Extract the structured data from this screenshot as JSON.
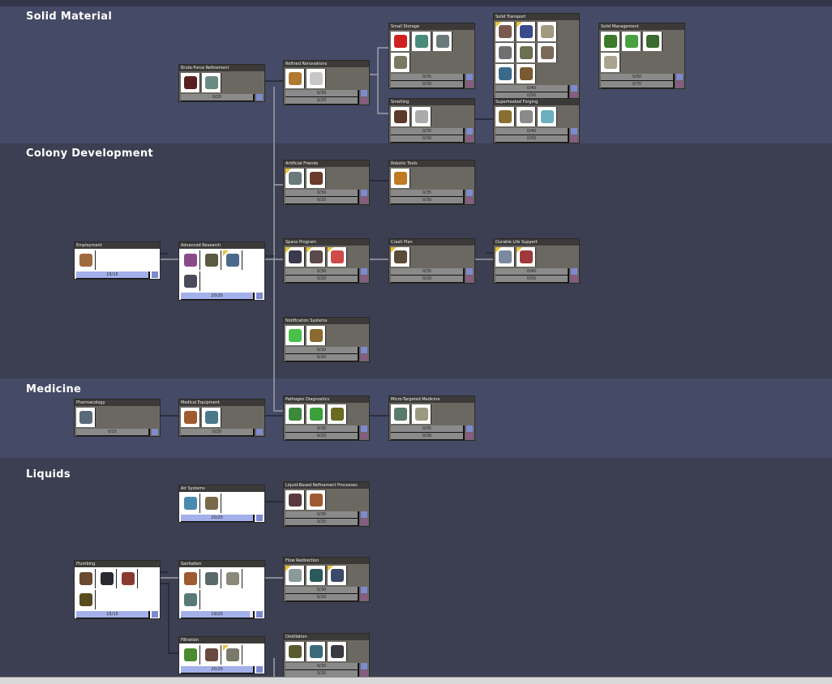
{
  "categories": [
    {
      "id": "solid",
      "title": "Solid Material",
      "color": "#454a66"
    },
    {
      "id": "colony",
      "title": "Colony Development",
      "color": "#3c3f51"
    },
    {
      "id": "medicine",
      "title": "Medicine",
      "color": "#454a66"
    },
    {
      "id": "liquids",
      "title": "Liquids",
      "color": "#3c3f51"
    }
  ],
  "colors": {
    "complete_bar": "#a3b0ea",
    "incomplete_bg": "#6b6862",
    "research_point": "#7e8ad0",
    "advanced_point": "#8a5a86"
  },
  "nodes": {
    "brute_force": {
      "title": "Brute-Force Refinement",
      "complete": false,
      "icons": [
        {
          "name": "ore-crusher-icon",
          "color": "#5a2020"
        },
        {
          "name": "kiln-icon",
          "color": "#6b8a82"
        }
      ],
      "bars": [
        {
          "text": "0/20",
          "type": "research",
          "progress": 0
        }
      ]
    },
    "refined_renovations": {
      "title": "Refined Renovations",
      "complete": false,
      "icons": [
        {
          "name": "fire-pole-icon",
          "color": "#b07a30"
        },
        {
          "name": "window-tile-icon",
          "color": "#c8c8c8"
        }
      ],
      "bars": [
        {
          "text": "0/30",
          "type": "research",
          "progress": 0
        },
        {
          "text": "0/20",
          "type": "advanced",
          "progress": 0
        }
      ]
    },
    "small_storage": {
      "title": "Small Storage",
      "complete": false,
      "icons": [
        {
          "name": "conveyor-loader-icon",
          "color": "#d02020"
        },
        {
          "name": "storage-locker-icon",
          "color": "#4a8a7a"
        },
        {
          "name": "liquid-valve-icon",
          "color": "#6a7a7a"
        },
        {
          "name": "gas-reservoir-icon",
          "color": "#7a7a60"
        }
      ],
      "bars": [
        {
          "text": "0/35",
          "type": "research",
          "progress": 0
        },
        {
          "text": "0/30",
          "type": "advanced",
          "progress": 0
        }
      ]
    },
    "smelting": {
      "title": "Smelting",
      "complete": false,
      "icons": [
        {
          "name": "metal-refinery-icon",
          "color": "#5a3a2a"
        },
        {
          "name": "metal-tile-icon",
          "color": "#aaaaaa"
        }
      ],
      "bars": [
        {
          "text": "0/35",
          "type": "research",
          "progress": 0
        },
        {
          "text": "0/30",
          "type": "advanced",
          "progress": 0
        }
      ]
    },
    "solid_transport": {
      "title": "Solid Transport",
      "complete": false,
      "icons": [
        {
          "name": "conveyor-receptacle-icon",
          "color": "#7a5a50",
          "new": true
        },
        {
          "name": "conveyor-chute-icon",
          "color": "#3a4a8a",
          "new": true
        },
        {
          "name": "conveyor-rail-icon",
          "color": "#a09a80"
        },
        {
          "name": "conveyor-bridge-icon",
          "color": "#707070"
        },
        {
          "name": "auto-sweeper-icon",
          "color": "#6a7050"
        },
        {
          "name": "solid-shutoff-icon",
          "color": "#7a6a5a"
        },
        {
          "name": "conveyor-meter-icon",
          "color": "#3a6a8a"
        },
        {
          "name": "storage-bin-icon",
          "color": "#7a5a30"
        }
      ],
      "bars": [
        {
          "text": "0/40",
          "type": "research",
          "progress": 0
        },
        {
          "text": "0/50",
          "type": "advanced",
          "progress": 0
        }
      ]
    },
    "solid_management": {
      "title": "Solid Management",
      "complete": false,
      "icons": [
        {
          "name": "solid-filter-icon",
          "color": "#3a7a2a"
        },
        {
          "name": "solid-sensor-icon",
          "color": "#4aa040"
        },
        {
          "name": "solid-element-sensor-icon",
          "color": "#3a6a30"
        },
        {
          "name": "solid-bridge-icon",
          "color": "#a8a490"
        }
      ],
      "bars": [
        {
          "text": "0/50",
          "type": "research",
          "progress": 0
        },
        {
          "text": "0/70",
          "type": "advanced",
          "progress": 0
        }
      ]
    },
    "superheated_forging": {
      "title": "Superheated Forging",
      "complete": false,
      "icons": [
        {
          "name": "glass-forge-icon",
          "color": "#8a7030"
        },
        {
          "name": "steel-tile-icon",
          "color": "#8a8a8a"
        },
        {
          "name": "steam-turbine-icon",
          "color": "#6ab0c0"
        }
      ],
      "bars": [
        {
          "text": "0/40",
          "type": "research",
          "progress": 0
        },
        {
          "text": "0/50",
          "type": "advanced",
          "progress": 0
        }
      ]
    },
    "artificial_friends": {
      "title": "Artificial Friends",
      "complete": false,
      "icons": [
        {
          "name": "sweepy-dock-icon",
          "color": "#6a7a7a",
          "new": true
        },
        {
          "name": "robo-miner-icon",
          "color": "#6a3a2a"
        }
      ],
      "bars": [
        {
          "text": "0/30",
          "type": "research",
          "progress": 0
        },
        {
          "text": "0/20",
          "type": "advanced",
          "progress": 0
        }
      ]
    },
    "robotic_tools": {
      "title": "Robotic Tools",
      "complete": false,
      "icons": [
        {
          "name": "auto-miner-icon",
          "color": "#c07a20"
        }
      ],
      "bars": [
        {
          "text": "0/35",
          "type": "research",
          "progress": 0
        },
        {
          "text": "0/30",
          "type": "advanced",
          "progress": 0
        }
      ]
    },
    "employment": {
      "title": "Employment",
      "complete": true,
      "icons": [
        {
          "name": "jobs-board-icon",
          "color": "#a06a40"
        }
      ],
      "bars": [
        {
          "text": "15/15",
          "type": "research",
          "progress": 1
        }
      ]
    },
    "advanced_research": {
      "title": "Advanced Research",
      "complete": true,
      "icons": [
        {
          "name": "super-computer-icon",
          "color": "#8a4a8a"
        },
        {
          "name": "geotuner-icon",
          "color": "#5a5a40"
        },
        {
          "name": "telescope-icon",
          "color": "#4a6a8a",
          "new": true
        },
        {
          "name": "research-station-icon",
          "color": "#4a4a5a"
        }
      ],
      "bars": [
        {
          "text": "20/20",
          "type": "research",
          "progress": 1
        }
      ]
    },
    "space_program": {
      "title": "Space Program",
      "complete": false,
      "icons": [
        {
          "name": "rocket-command-icon",
          "color": "#3a3a4a",
          "new": true
        },
        {
          "name": "rocket-platform-icon",
          "color": "#5a4a4a",
          "new": true
        },
        {
          "name": "starmap-icon",
          "color": "#d04a4a",
          "new": true
        }
      ],
      "bars": [
        {
          "text": "0/30",
          "type": "research",
          "progress": 0
        },
        {
          "text": "0/20",
          "type": "advanced",
          "progress": 0
        }
      ]
    },
    "crash_plan": {
      "title": "Crash Plan",
      "complete": false,
      "icons": [
        {
          "name": "orbital-data-icon",
          "color": "#5a4a3a",
          "new": true
        }
      ],
      "bars": [
        {
          "text": "0/35",
          "type": "research",
          "progress": 0
        },
        {
          "text": "0/30",
          "type": "advanced",
          "progress": 0
        }
      ]
    },
    "durable_life_support": {
      "title": "Durable Life Support",
      "complete": false,
      "icons": [
        {
          "name": "spacefarer-module-icon",
          "color": "#7a8aa0",
          "new": true
        },
        {
          "name": "nosecone-icon",
          "color": "#a03a3a",
          "new": true
        }
      ],
      "bars": [
        {
          "text": "0/40",
          "type": "research",
          "progress": 0
        },
        {
          "text": "0/50",
          "type": "advanced",
          "progress": 0
        }
      ]
    },
    "notification_systems": {
      "title": "Notification Systems",
      "complete": false,
      "icons": [
        {
          "name": "automated-notifier-icon",
          "color": "#4ac04a"
        },
        {
          "name": "signal-box-icon",
          "color": "#8a6a30"
        }
      ],
      "bars": [
        {
          "text": "0/30",
          "type": "research",
          "progress": 0
        },
        {
          "text": "0/20",
          "type": "advanced",
          "progress": 0
        }
      ]
    },
    "pharmacology": {
      "title": "Pharmacology",
      "complete": false,
      "icons": [
        {
          "name": "apothecary-icon",
          "color": "#5a6a7a"
        }
      ],
      "bars": [
        {
          "text": "0/15",
          "type": "research",
          "progress": 0
        }
      ]
    },
    "medical_equipment": {
      "title": "Medical Equipment",
      "complete": false,
      "icons": [
        {
          "name": "triage-cot-icon",
          "color": "#a05a30"
        },
        {
          "name": "wash-station-icon",
          "color": "#4a7a8a"
        }
      ],
      "bars": [
        {
          "text": "0/20",
          "type": "research",
          "progress": 0
        }
      ]
    },
    "pathogen_diagnostics": {
      "title": "Pathogen Diagnostics",
      "complete": false,
      "icons": [
        {
          "name": "germ-sensor-icon",
          "color": "#3a8a3a"
        },
        {
          "name": "disease-clinic-icon",
          "color": "#3aa03a"
        },
        {
          "name": "radar-icon",
          "color": "#6a6a20"
        }
      ],
      "bars": [
        {
          "text": "0/30",
          "type": "research",
          "progress": 0
        },
        {
          "text": "0/20",
          "type": "advanced",
          "progress": 0
        }
      ]
    },
    "micro_targeted_medicine": {
      "title": "Micro-Targeted Medicine",
      "complete": false,
      "icons": [
        {
          "name": "advanced-doctor-station-icon",
          "color": "#5a7a6a"
        },
        {
          "name": "hospital-bed-icon",
          "color": "#9a9a80"
        }
      ],
      "bars": [
        {
          "text": "0/35",
          "type": "research",
          "progress": 0
        },
        {
          "text": "0/30",
          "type": "advanced",
          "progress": 0
        }
      ]
    },
    "air_systems": {
      "title": "Air Systems",
      "complete": true,
      "icons": [
        {
          "name": "gas-pump-icon",
          "color": "#4a8ab0"
        },
        {
          "name": "air-vent-icon",
          "color": "#7a6a4a"
        }
      ],
      "bars": [
        {
          "text": "20/20",
          "type": "research",
          "progress": 1
        }
      ]
    },
    "liquid_refinement": {
      "title": "Liquid-Based Refinement Processes",
      "complete": false,
      "icons": [
        {
          "name": "oil-refinery-icon",
          "color": "#5a3a40"
        },
        {
          "name": "fertilizer-synth-icon",
          "color": "#a05a30"
        }
      ],
      "bars": [
        {
          "text": "0/30",
          "type": "research",
          "progress": 0
        },
        {
          "text": "0/20",
          "type": "advanced",
          "progress": 0
        }
      ]
    },
    "plumbing": {
      "title": "Plumbing",
      "complete": true,
      "icons": [
        {
          "name": "liquid-pipe-icon",
          "color": "#6a4a30"
        },
        {
          "name": "liquid-bridge-icon",
          "color": "#2a2a30"
        },
        {
          "name": "liquid-pump-icon",
          "color": "#8a3a30"
        },
        {
          "name": "liquid-vent-icon",
          "color": "#5a4a20"
        }
      ],
      "bars": [
        {
          "text": "15/15",
          "type": "research",
          "progress": 1
        }
      ]
    },
    "sanitation": {
      "title": "Sanitation",
      "complete": true,
      "icons": [
        {
          "name": "lavatory-icon",
          "color": "#a05a30"
        },
        {
          "name": "sink-icon",
          "color": "#5a6a6a"
        },
        {
          "name": "shower-icon",
          "color": "#8a8a7a"
        },
        {
          "name": "water-sieve-icon",
          "color": "#5a7a7a"
        }
      ],
      "bars": [
        {
          "text": "19/20",
          "type": "research",
          "progress": 0.95
        }
      ]
    },
    "flow_redirection": {
      "title": "Flow Redirection",
      "complete": false,
      "icons": [
        {
          "name": "liquid-shutoff-icon",
          "color": "#8a9a9a",
          "new": true
        },
        {
          "name": "liquid-filter-icon",
          "color": "#2a5a5a"
        },
        {
          "name": "mechanical-shutoff-icon",
          "color": "#3a4a6a",
          "new": true
        }
      ],
      "bars": [
        {
          "text": "0/30",
          "type": "research",
          "progress": 0
        },
        {
          "text": "0/20",
          "type": "advanced",
          "progress": 0
        }
      ]
    },
    "filtration": {
      "title": "Filtration",
      "complete": true,
      "icons": [
        {
          "name": "gas-filter-icon",
          "color": "#4a8a30"
        },
        {
          "name": "liquid-filter-pump-icon",
          "color": "#6a4a40"
        },
        {
          "name": "water-purifier-icon",
          "color": "#7a7a6a",
          "new": true
        }
      ],
      "bars": [
        {
          "text": "20/20",
          "type": "research",
          "progress": 1
        }
      ]
    },
    "distillation": {
      "title": "Distillation",
      "complete": false,
      "icons": [
        {
          "name": "algae-distiller-icon",
          "color": "#5a5a30"
        },
        {
          "name": "desalinator-icon",
          "color": "#3a6a7a"
        },
        {
          "name": "ethanol-distiller-icon",
          "color": "#3a3a40"
        }
      ],
      "bars": [
        {
          "text": "0/30",
          "type": "research",
          "progress": 0
        },
        {
          "text": "0/20",
          "type": "advanced",
          "progress": 0
        }
      ]
    }
  }
}
